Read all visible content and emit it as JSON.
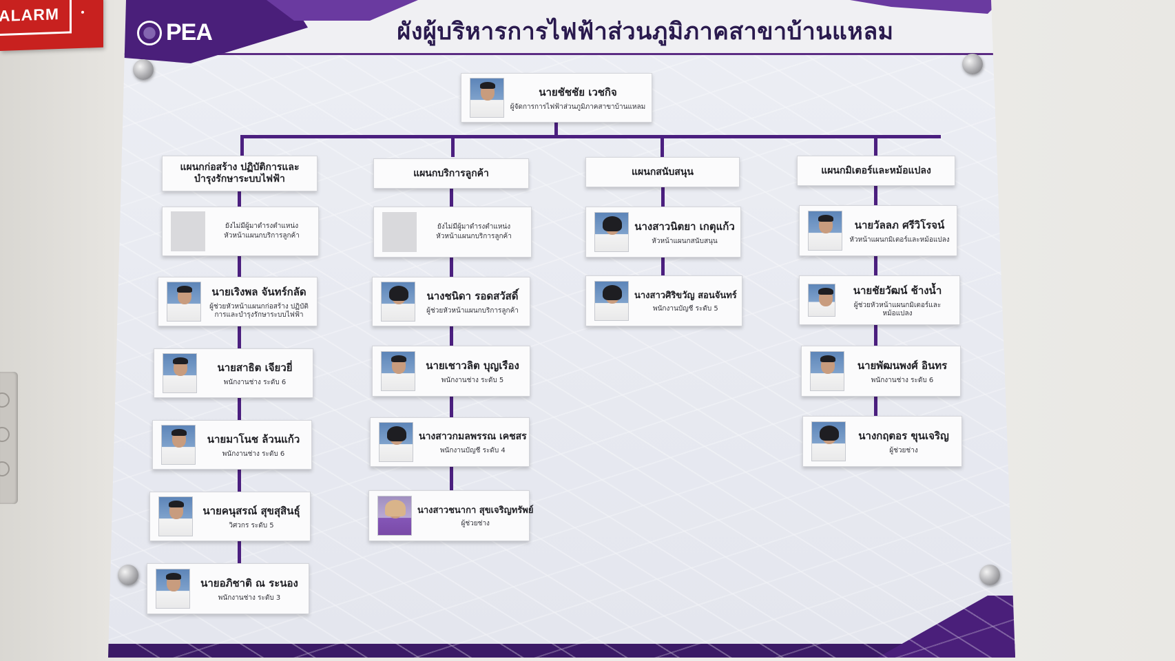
{
  "wall": {
    "alarm_label": "ALARM"
  },
  "board": {
    "logo_text": "PEA",
    "title": "ผังผู้บริหารการไฟฟ้าส่วนภูมิภาคสาขาบ้านแหลม"
  },
  "manager": {
    "name": "นายชัชชัย เวชกิจ",
    "role": "ผู้จัดการการไฟฟ้าส่วนภูมิภาคสาขาบ้านแหลม"
  },
  "departments": [
    {
      "title": "แผนกก่อสร้าง ปฏิบัติการและบำรุงรักษาระบบไฟฟ้า",
      "staff": [
        {
          "vacant": true,
          "line1": "ยังไม่มีผู้มาดำรงตำแหน่ง",
          "line2": "หัวหน้าแผนกบริการลูกค้า"
        },
        {
          "name": "นายเริงพล จันทร์กลัด",
          "role": "ผู้ช่วยหัวหน้าแผนกก่อสร้าง ปฏิบัติการและบำรุงรักษาระบบไฟฟ้า"
        },
        {
          "name": "นายสาธิต เจียวยี่",
          "role": "พนักงานช่าง ระดับ 6"
        },
        {
          "name": "นายมาโนช ล้วนแก้ว",
          "role": "พนักงานช่าง ระดับ 6"
        },
        {
          "name": "นายคนุสรณ์ สุขสุสินธุ์",
          "role": "วิศวกร ระดับ 5"
        },
        {
          "name": "นายอภิชาติ ณ ระนอง",
          "role": "พนักงานช่าง ระดับ 3"
        }
      ]
    },
    {
      "title": "แผนกบริการลูกค้า",
      "staff": [
        {
          "vacant": true,
          "line1": "ยังไม่มีผู้มาดำรงตำแหน่ง",
          "line2": "หัวหน้าแผนกบริการลูกค้า"
        },
        {
          "name": "นางชนิดา รอดสวัสดิ์",
          "role": "ผู้ช่วยหัวหน้าแผนกบริการลูกค้า"
        },
        {
          "name": "นายเชาวลิต บุญเรือง",
          "role": "พนักงานช่าง ระดับ 5"
        },
        {
          "name": "นางสาวกมลพรรณ เคชสร",
          "role": "พนักงานบัญชี ระดับ 4"
        },
        {
          "name": "นางสาวชนากา สุขเจริญทรัพย์",
          "role": "ผู้ช่วยช่าง"
        }
      ]
    },
    {
      "title": "แผนกสนับสนุน",
      "staff": [
        {
          "name": "นางสาวนิตยา เกตุแก้ว",
          "role": "หัวหน้าแผนกสนับสนุน"
        },
        {
          "name": "นางสาวศิริขวัญ สอนจันทร์",
          "role": "พนักงานบัญชี ระดับ 5"
        }
      ]
    },
    {
      "title": "แผนกมิเตอร์และหม้อแปลง",
      "staff": [
        {
          "name": "นายวัลลภ ศรีวิโรจน์",
          "role": "หัวหน้าแผนกมิเตอร์และหม้อแปลง"
        },
        {
          "name": "นายชัยวัฒน์ ช้างน้ำ",
          "role": "ผู้ช่วยหัวหน้าแผนกมิเตอร์และหม้อแปลง"
        },
        {
          "name": "นายพัฒนพงศ์ อินทร",
          "role": "พนักงานช่าง ระดับ 6"
        },
        {
          "name": "นางกฤตอร ขุนเจริญ",
          "role": "ผู้ช่วยช่าง"
        }
      ]
    }
  ]
}
